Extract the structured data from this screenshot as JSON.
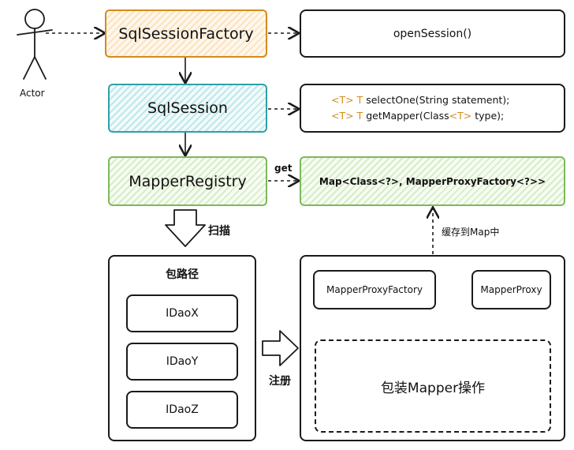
{
  "actor": {
    "label": "Actor"
  },
  "nodes": {
    "sql_session_factory": "SqlSessionFactory",
    "open_session": "openSession()",
    "sql_session": "SqlSession",
    "select_one": {
      "generic": "<T>",
      "ret": "T",
      "text": "selectOne(String statement);"
    },
    "get_mapper": {
      "generic": "<T>",
      "ret": "T",
      "text_a": "getMapper(Class",
      "generic2": "<T>",
      "text_b": " type);"
    },
    "mapper_registry": "MapperRegistry",
    "map_type": "Map<Class<?>, MapperProxyFactory<?>>",
    "package_path": "包路径",
    "idao_x": "IDaoX",
    "idao_y": "IDaoY",
    "idao_z": "IDaoZ",
    "mapper_proxy_factory": "MapperProxyFactory",
    "mapper_proxy": "MapperProxy",
    "wrap_mapper": "包装Mapper操作"
  },
  "edge_labels": {
    "get": "get",
    "scan": "扫描",
    "register": "注册",
    "cache_to_map": "缓存到Map中"
  },
  "colors": {
    "factory": "#d68a1e",
    "session": "#2fa0a8",
    "registry": "#7cb95a",
    "stroke": "#1a1a1a"
  }
}
